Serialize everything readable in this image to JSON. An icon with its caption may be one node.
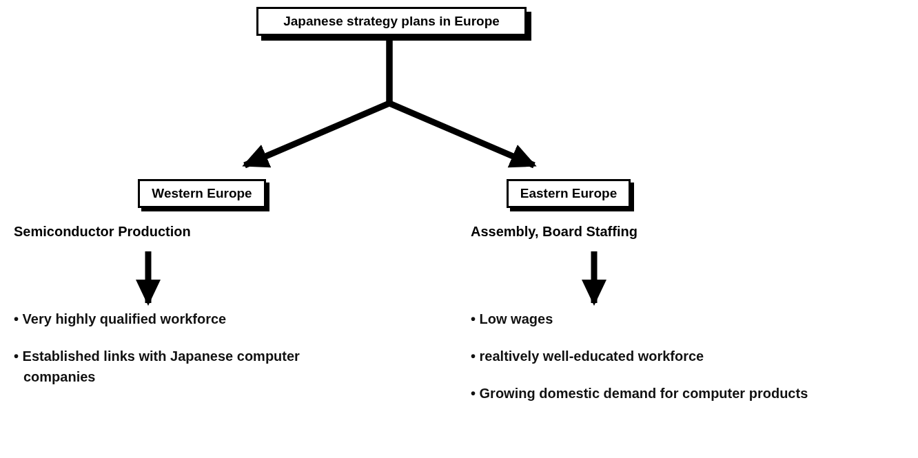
{
  "diagram": {
    "nodes": [
      {
        "text": [
          "Japanese strategy plans in Europe"
        ]
      },
      {
        "text": [
          "Western Europe"
        ]
      },
      {
        "text": [
          "Eastern Europe"
        ]
      },
      {
        "text": [
          "Semiconductor Production"
        ]
      },
      {
        "text": [
          "Assembly, Board Staffing"
        ]
      },
      {
        "text": [
          "• Very highly qualified workforce",
          "• Established links with Japanese computer companies"
        ]
      },
      {
        "text": [
          "• Low wages",
          "• realtively well-educated workforce",
          "• Growing domestic demand for computer products"
        ]
      }
    ],
    "edges": [
      {
        "from": 0,
        "to": 1,
        "arrow": "to"
      },
      {
        "from": 0,
        "to": 2,
        "arrow": "to"
      },
      {
        "from": 3,
        "to": 5,
        "arrow": "to"
      },
      {
        "from": 4,
        "to": 6,
        "arrow": "to"
      }
    ]
  }
}
